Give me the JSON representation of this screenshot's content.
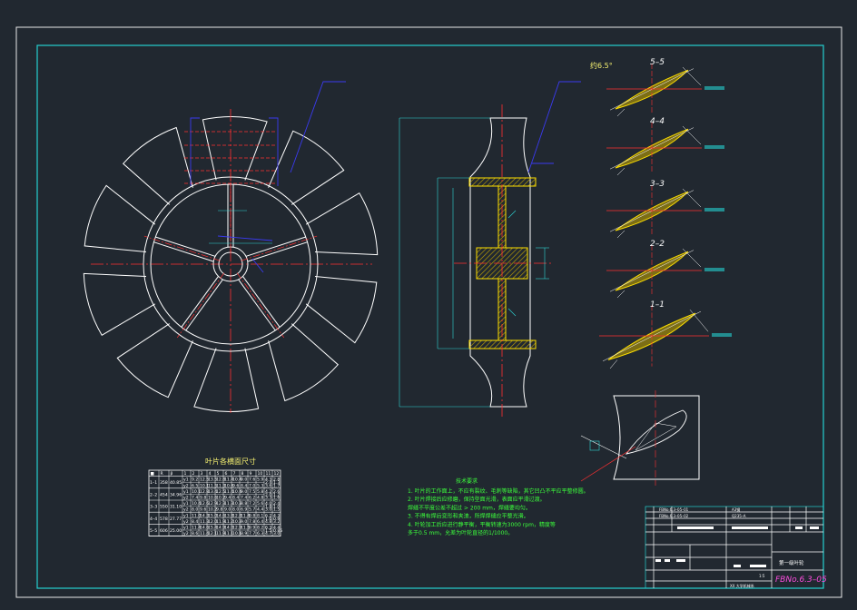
{
  "drawing": {
    "table_title": "叶片各横面尺寸",
    "tech_title": "技术要求",
    "tech_notes": [
      "1. 叶片的工作面上，不应有裂纹、毛刺等缺陷，其它凹凸不平应平整修圆。",
      "2. 叶片焊接后应修磨，保持型面光滑，表面应平滑过渡。",
      "焊缝不平度公差不超过 > 200 mm，焊缝要均匀。",
      "3. 不得有焊后变形和夹渣，所焊焊缝应平整光滑。",
      "4. 叶轮加工后应进行静平衡，平衡转速为3000 rpm，精度等",
      "多于0.5 mm，允差为叶轮直径的1/1000。"
    ],
    "section_labels": [
      "5–5",
      "4–4",
      "3–3",
      "2–2",
      "1–1"
    ],
    "drawing_code": "FBNo.6.3–05",
    "drawing_name": "第一级叶轮",
    "angle_label": "约6.5°"
  },
  "table": {
    "header": [
      "■",
      "R",
      "β",
      "1",
      "2",
      "3",
      "4",
      "5",
      "6",
      "7",
      "8",
      "9",
      "10",
      "11",
      "12"
    ],
    "rows": [
      {
        "sec": "1–1",
        "r": "358",
        "b": "40.85",
        "top": [
          "y1",
          "9.2",
          "12.5",
          "13.5",
          "12.8",
          "11.4",
          "10.4",
          "9.0",
          "7.6",
          "5.9",
          "4.3",
          "2.8"
        ],
        "bot": [
          "y2",
          "6.5",
          "10.1",
          "11.5",
          "11.3",
          "10.6",
          "9.6",
          "8.4",
          "7.0",
          "5.3",
          "3.6",
          "1.7"
        ],
        "e1": "2.4",
        "e2": "1.3"
      },
      {
        "sec": "2–2",
        "r": "454",
        "b": "34.96",
        "top": [
          "y1",
          "10.1",
          "12.8",
          "13.4",
          "12.5",
          "11.4",
          "10.4",
          "9.0",
          "7.5",
          "5.8",
          "4.2",
          "2.6"
        ],
        "bot": [
          "y2",
          "7.4",
          "9.8",
          "10.6",
          "10.2",
          "9.4",
          "8.4",
          "7.4",
          "6.2",
          "4.8",
          "3.3",
          "1.6"
        ],
        "e1": "2.0",
        "e2": "1.2"
      },
      {
        "sec": "3–3",
        "r": "550",
        "b": "31.10",
        "top": [
          "y1",
          "10.4",
          "12.6",
          "12.9",
          "12.3",
          "11.3",
          "10.2",
          "8.8",
          "7.2",
          "5.6",
          "4.0",
          "2.4"
        ],
        "bot": [
          "y2",
          "8.0",
          "9.6",
          "10.2",
          "9.8",
          "9.0",
          "8.0",
          "6.9",
          "5.7",
          "4.4",
          "3.0",
          "1.5"
        ],
        "e1": "1.8",
        "e2": "1.0"
      },
      {
        "sec": "4–4",
        "r": "578",
        "b": "27.77",
        "top": [
          "y1",
          "11.0",
          "14.3",
          "15.0",
          "14.6",
          "13.8",
          "12.8",
          "11.4",
          "9.8",
          "8.1",
          "6.2",
          "4.3"
        ],
        "bot": [
          "y2",
          "8.4",
          "11.3",
          "12.0",
          "11.9",
          "11.2",
          "10.2",
          "9.0",
          "7.8",
          "6.4",
          "4.8",
          "3.2"
        ],
        "e1": "1.6",
        "e2": "0.9"
      },
      {
        "sec": "5–5",
        "r": "606",
        "b": "25.00",
        "top": [
          "y1",
          "11.4",
          "14.6",
          "15.4",
          "14.9",
          "14.0",
          "12.9",
          "11.5",
          "9.9",
          "8.2",
          "6.3",
          "4.4"
        ],
        "bot": [
          "y2",
          "8.6",
          "11.4",
          "12.1",
          "11.9",
          "11.1",
          "10.1",
          "8.9",
          "7.7",
          "6.3",
          "4.7",
          "3.0"
        ],
        "e1": "1.5",
        "e2": "0.85"
      }
    ]
  },
  "title_block": {
    "ref1": "FBNo.6.3–05–01",
    "ref2": "FBNo.6.3–05–02",
    "mat1": "A3钢",
    "mat2": "Q235–A",
    "scale": "1:5",
    "school": "XX 大学机械系"
  }
}
